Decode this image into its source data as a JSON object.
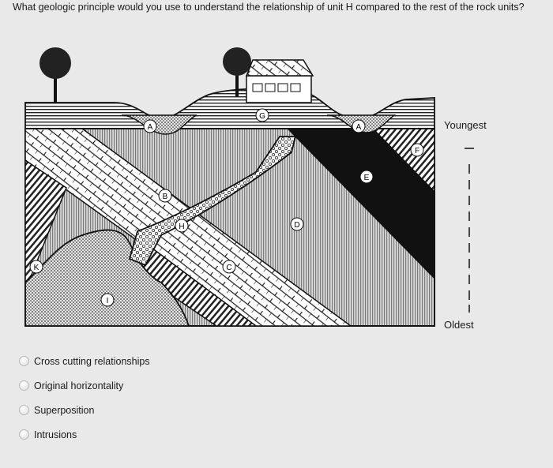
{
  "question": "What geologic principle would you use to understand the relationship of unit H compared to the rest of the rock units?",
  "figure": {
    "scale_top": "Youngest",
    "scale_bottom": "Oldest",
    "unit_labels": [
      "A",
      "A",
      "B",
      "C",
      "D",
      "E",
      "F",
      "G",
      "H",
      "I",
      "K"
    ]
  },
  "options": [
    {
      "label": "Cross cutting relationships"
    },
    {
      "label": "Original horizontality"
    },
    {
      "label": "Superposition"
    },
    {
      "label": "Intrusions"
    }
  ]
}
